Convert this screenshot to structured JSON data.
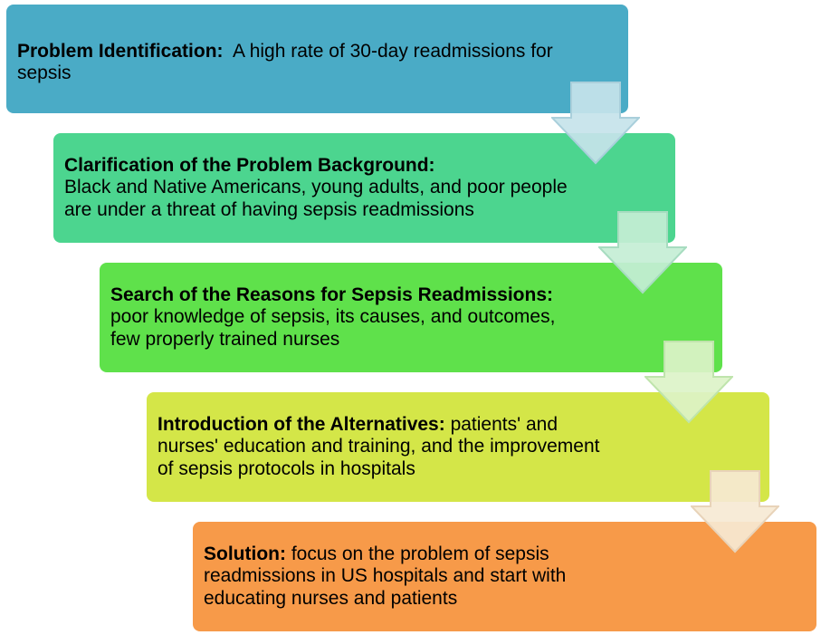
{
  "steps": [
    {
      "title": "Problem Identification:",
      "body": "A high rate of 30-day readmissions for sepsis",
      "color": "#4aabc6"
    },
    {
      "title": "Clarification of the Problem Background:",
      "body": "Black and Native Americans, young adults, and poor people are under a threat of having sepsis readmissions",
      "color": "#4cd58f"
    },
    {
      "title": "Search of the Reasons for Sepsis Readmissions:",
      "body": "poor knowledge of sepsis, its causes, and outcomes, few properly trained nurses",
      "color": "#5fe14b"
    },
    {
      "title": "Introduction of the Alternatives:",
      "body": "patients' and nurses' education and training, and the improvement of sepsis protocols in hospitals",
      "color": "#d4e648"
    },
    {
      "title": "Solution:",
      "body": "focus on the problem of sepsis readmissions in US hospitals and start with educating nurses and patients",
      "color": "#f79a49"
    }
  ],
  "arrows": [
    {
      "fill": "#c6e3ea",
      "stroke": "#a9cfdb"
    },
    {
      "fill": "#c4eed5",
      "stroke": "#a7dcc0"
    },
    {
      "fill": "#dcf3c8",
      "stroke": "#bfe4ac"
    },
    {
      "fill": "#f6e9d4",
      "stroke": "#e8d3b9"
    }
  ]
}
